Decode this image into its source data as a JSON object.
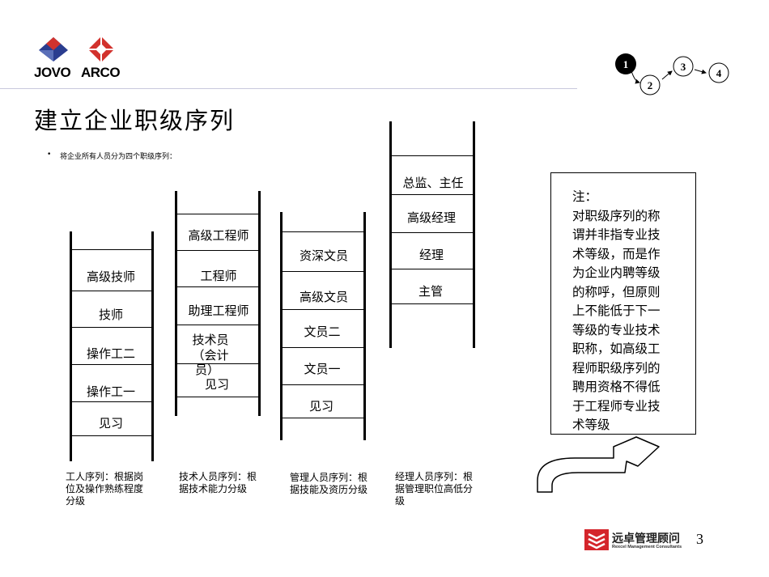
{
  "logos": {
    "jovo": "JOVO",
    "arco": "ARCO"
  },
  "title": "建立企业职级序列",
  "bullet": {
    "marker": "•",
    "text": "将企业所有人员分为四个职级序列："
  },
  "ladders": {
    "worker": {
      "items": [
        "高级技师",
        "技师",
        "操作工二",
        "操作工一",
        "见习"
      ],
      "caption": [
        "工人序列：根据岗",
        "位及操作熟练程度",
        "分级"
      ]
    },
    "tech": {
      "items": [
        "高级工程师",
        "工程师",
        "助理工程师",
        "技术员",
        "（会计",
        "员）",
        "见习"
      ],
      "caption": [
        "技术人员序列：根",
        "据技术能力分级"
      ]
    },
    "admin": {
      "items": [
        "资深文员",
        "高级文员",
        "文员二",
        "文员一",
        "见习"
      ],
      "caption": [
        "管理人员序列：根",
        "据技能及资历分级"
      ]
    },
    "manager": {
      "items": [
        "总监、主任",
        "高级经理",
        "经理",
        "主管"
      ],
      "caption": [
        "经理人员序列：根",
        "据管理职位高低分",
        "级"
      ]
    }
  },
  "note": {
    "lines": [
      "注：",
      "对职级序列的称",
      "谓并非指专业技",
      "术等级，而是作",
      "为企业内聘等级",
      "的称呼，但原则",
      "上不能低于下一",
      "等级的专业技术",
      "职称，如高级工",
      "程师职级序列的",
      "聘用资格不得低",
      "于工程师专业技",
      "术等级"
    ]
  },
  "steps": [
    "1",
    "2",
    "3",
    "4"
  ],
  "footer": {
    "brand": "远卓管理顾问",
    "brand_en": "Rexcel Management Consultants",
    "page": "3"
  },
  "colors": {
    "rule": "#c9c9dd",
    "jovo_blue": "#2a3d8f",
    "arco_red": "#d2322d",
    "brand_red": "#d4252b"
  }
}
